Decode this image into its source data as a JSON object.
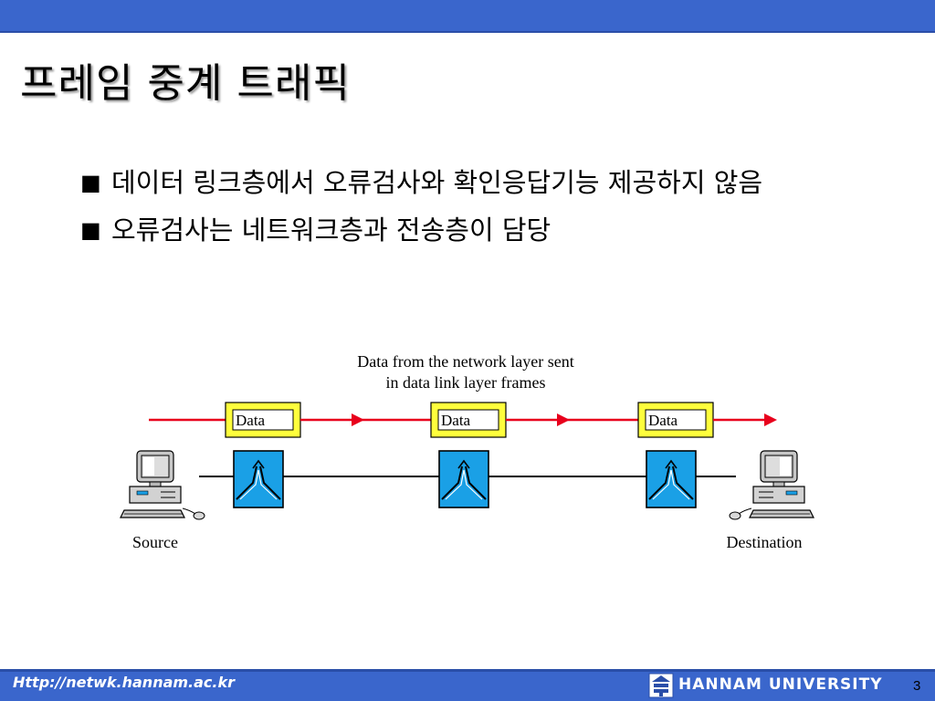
{
  "slide": {
    "title": "프레임 중계 트래픽",
    "bullet_mark": "■",
    "bullets": [
      "데이터 링크층에서 오류검사와 확인응답기능 제공하지 않음",
      "오류검사는 네트워크층과 전송층이 담당"
    ]
  },
  "diagram": {
    "caption_line1": "Data from the network layer sent",
    "caption_line2": "in data link layer frames",
    "frame_label": "Data",
    "frame_count": 3,
    "source_label": "Source",
    "destination_label": "Destination",
    "colors": {
      "frame_fill": "#ffff3c",
      "arrow": "#e8001c",
      "switch_fill": "#1aa0e6",
      "line": "#000000"
    }
  },
  "footer": {
    "url": "Http://netwk.hannam.ac.kr",
    "university": "HANNAM  UNIVERSITY",
    "page_number": "3"
  }
}
